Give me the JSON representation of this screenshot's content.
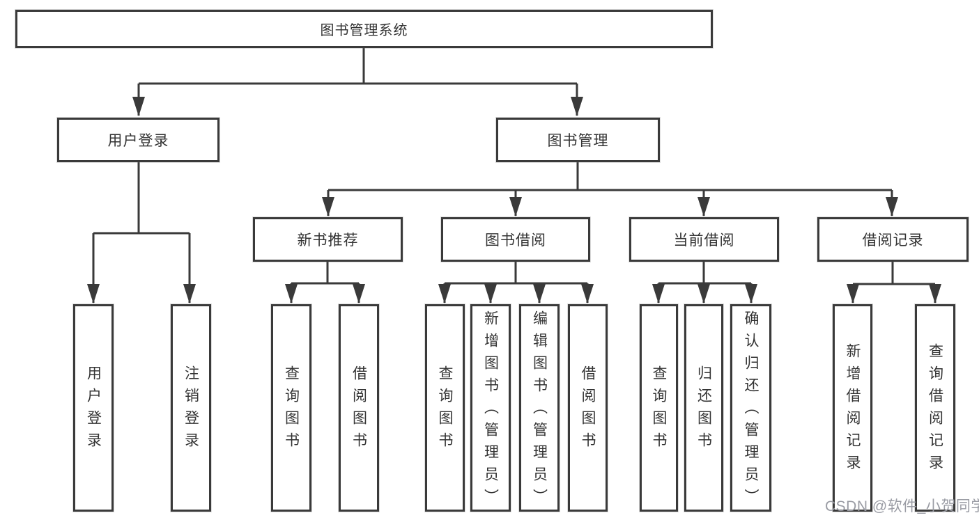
{
  "tree": {
    "label": "图书管理系统",
    "children": [
      {
        "label": "用户登录",
        "children": [
          {
            "label": "用户登录"
          },
          {
            "label": "注销登录"
          }
        ]
      },
      {
        "label": "图书管理",
        "children": [
          {
            "label": "新书推荐",
            "children": [
              {
                "label": "查询图书"
              },
              {
                "label": "借阅图书"
              }
            ]
          },
          {
            "label": "图书借阅",
            "children": [
              {
                "label": "查询图书"
              },
              {
                "label": "新增图书（管理员）"
              },
              {
                "label": "编辑图书（管理员）"
              },
              {
                "label": "借阅图书"
              }
            ]
          },
          {
            "label": "当前借阅",
            "children": [
              {
                "label": "查询图书"
              },
              {
                "label": "归还图书"
              },
              {
                "label": "确认归还（管理员）"
              }
            ]
          },
          {
            "label": "借阅记录",
            "children": [
              {
                "label": "新增借阅记录"
              },
              {
                "label": "查询借阅记录"
              }
            ]
          }
        ]
      }
    ]
  },
  "watermark": "CSDN @软件_小贺同学",
  "colors": {
    "line": "#3a3a3a",
    "text": "#333333",
    "watermark": "#9a9ca4",
    "background": "#ffffff"
  }
}
